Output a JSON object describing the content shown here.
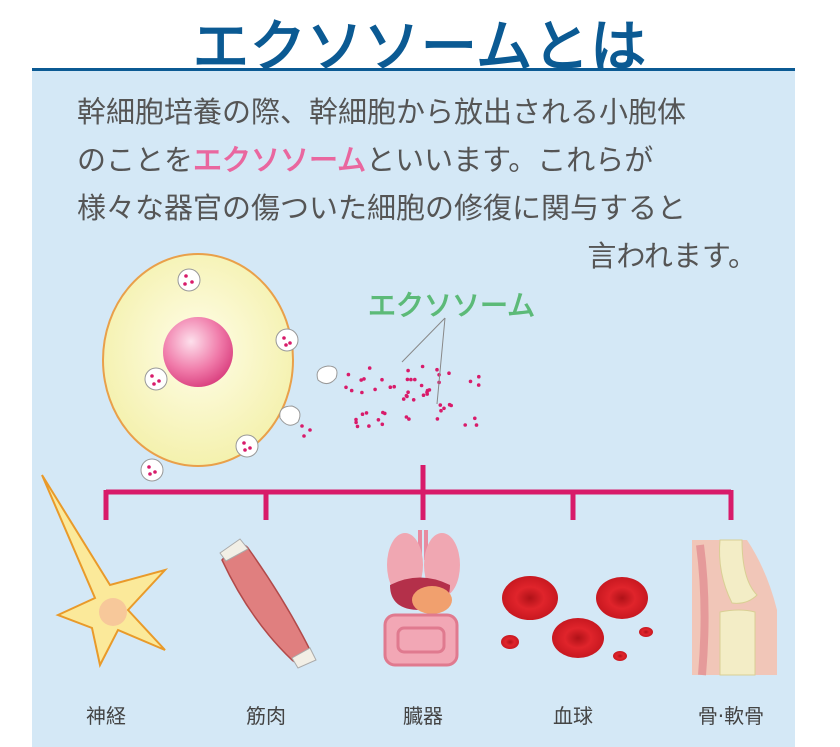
{
  "title": "エクソソームとは",
  "description": {
    "line1": "幹細胞培養の際、幹細胞から放出される小胞体",
    "line2_pre": "のことを",
    "line2_highlight": "エクソソーム",
    "line2_post": "といいます。これらが",
    "line3": "様々な器官の傷ついた細胞の修復に関与すると",
    "line4": "言われます。"
  },
  "exosome_label": "エクソソーム",
  "targets": [
    "神経",
    "筋肉",
    "臓器",
    "血球",
    "骨·軟骨"
  ],
  "colors": {
    "title": "#0b5a93",
    "highlight": "#e9679f",
    "exosome": "#5cba78",
    "bracket": "#d81b6a",
    "panel": "#d4e8f6"
  }
}
